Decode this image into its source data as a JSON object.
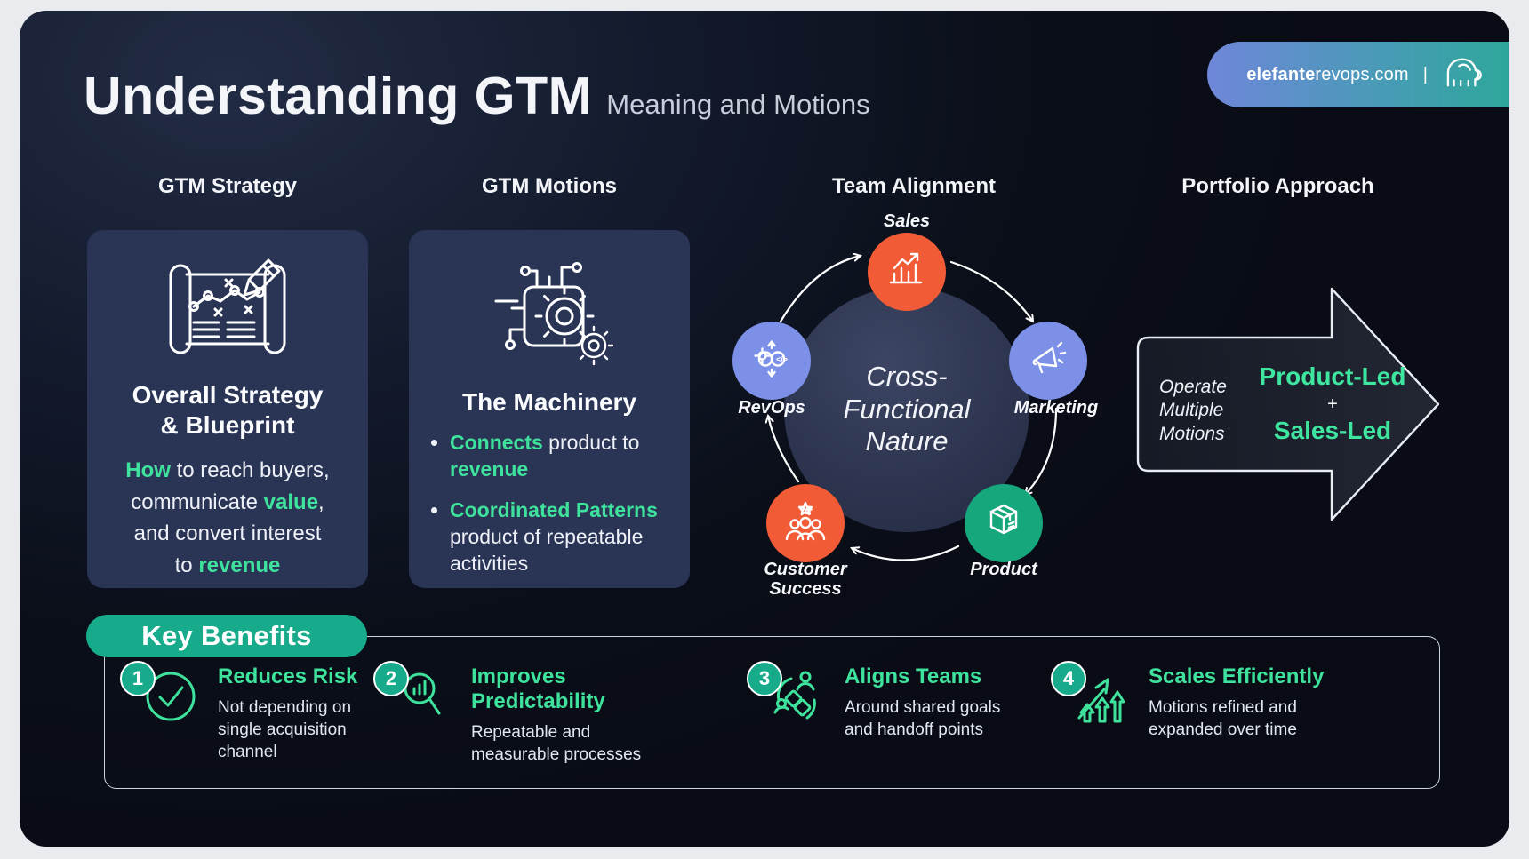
{
  "header": {
    "title": "Understanding GTM",
    "subtitle": "Meaning and Motions"
  },
  "logo": {
    "brand_bold": "elefante",
    "brand_rest": "revops.com",
    "divider": "|",
    "icon": "elephant-icon",
    "gradient_start": "#6f86d9",
    "gradient_end": "#2ea79a"
  },
  "colors": {
    "accent_green": "#3ee29c",
    "pill_green": "#17ab8b",
    "node_orange": "#f15b35",
    "node_blue": "#7b90e6",
    "node_green": "#17a77d",
    "card_navy": "#2a3455"
  },
  "strategy": {
    "header": "GTM Strategy",
    "icon": "blueprint-chart-icon",
    "title_line1": "Overall Strategy",
    "title_line2": "& Blueprint",
    "body": {
      "l1a": "How",
      "l1b": " to reach buyers,",
      "l2a": "communicate ",
      "l2b": "value",
      "l2c": ",",
      "l3": "and convert interest",
      "l4a": "to ",
      "l4b": "revenue"
    }
  },
  "motions": {
    "header": "GTM Motions",
    "icon": "machinery-gears-icon",
    "title": "The Machinery",
    "bullets": {
      "b1_hl1": "Connects",
      "b1_t1": " product to ",
      "b1_hl2": "revenue",
      "b2_hl1": "Coordinated Patterns",
      "b2_t1": " product of repeatable activities"
    }
  },
  "team": {
    "header": "Team Alignment",
    "center_line1": "Cross-",
    "center_line2": "Functional",
    "center_line3": "Nature",
    "nodes": [
      {
        "label": "Sales",
        "icon": "bar-chart-icon",
        "color": "#f15b35"
      },
      {
        "label": "Marketing",
        "icon": "megaphone-icon",
        "color": "#7b90e6"
      },
      {
        "label": "Product",
        "icon": "package-box-icon",
        "color": "#17a77d"
      },
      {
        "label": "Customer Success",
        "icon": "people-stars-icon",
        "color": "#f15b35"
      },
      {
        "label": "RevOps",
        "icon": "gear-loop-icon",
        "color": "#7b90e6"
      }
    ]
  },
  "portfolio": {
    "header": "Portfolio Approach",
    "side_line1": "Operate",
    "side_line2": "Multiple",
    "side_line3": "Motions",
    "main_top": "Product-Led",
    "main_plus": "+",
    "main_bottom": "Sales-Led"
  },
  "benefits": {
    "header": "Key Benefits",
    "items": [
      {
        "num": "1",
        "icon": "check-circle-icon",
        "title": "Reduces Risk",
        "desc": "Not depending on single acquisition channel"
      },
      {
        "num": "2",
        "icon": "magnifier-chart-icon",
        "title": "Improves Predictability",
        "desc": "Repeatable and measurable processes"
      },
      {
        "num": "3",
        "icon": "team-puzzle-icon",
        "title": "Aligns Teams",
        "desc": "Around shared goals and handoff points"
      },
      {
        "num": "4",
        "icon": "growth-arrows-icon",
        "title": "Scales Efficiently",
        "desc": "Motions refined and expanded over time"
      }
    ]
  }
}
